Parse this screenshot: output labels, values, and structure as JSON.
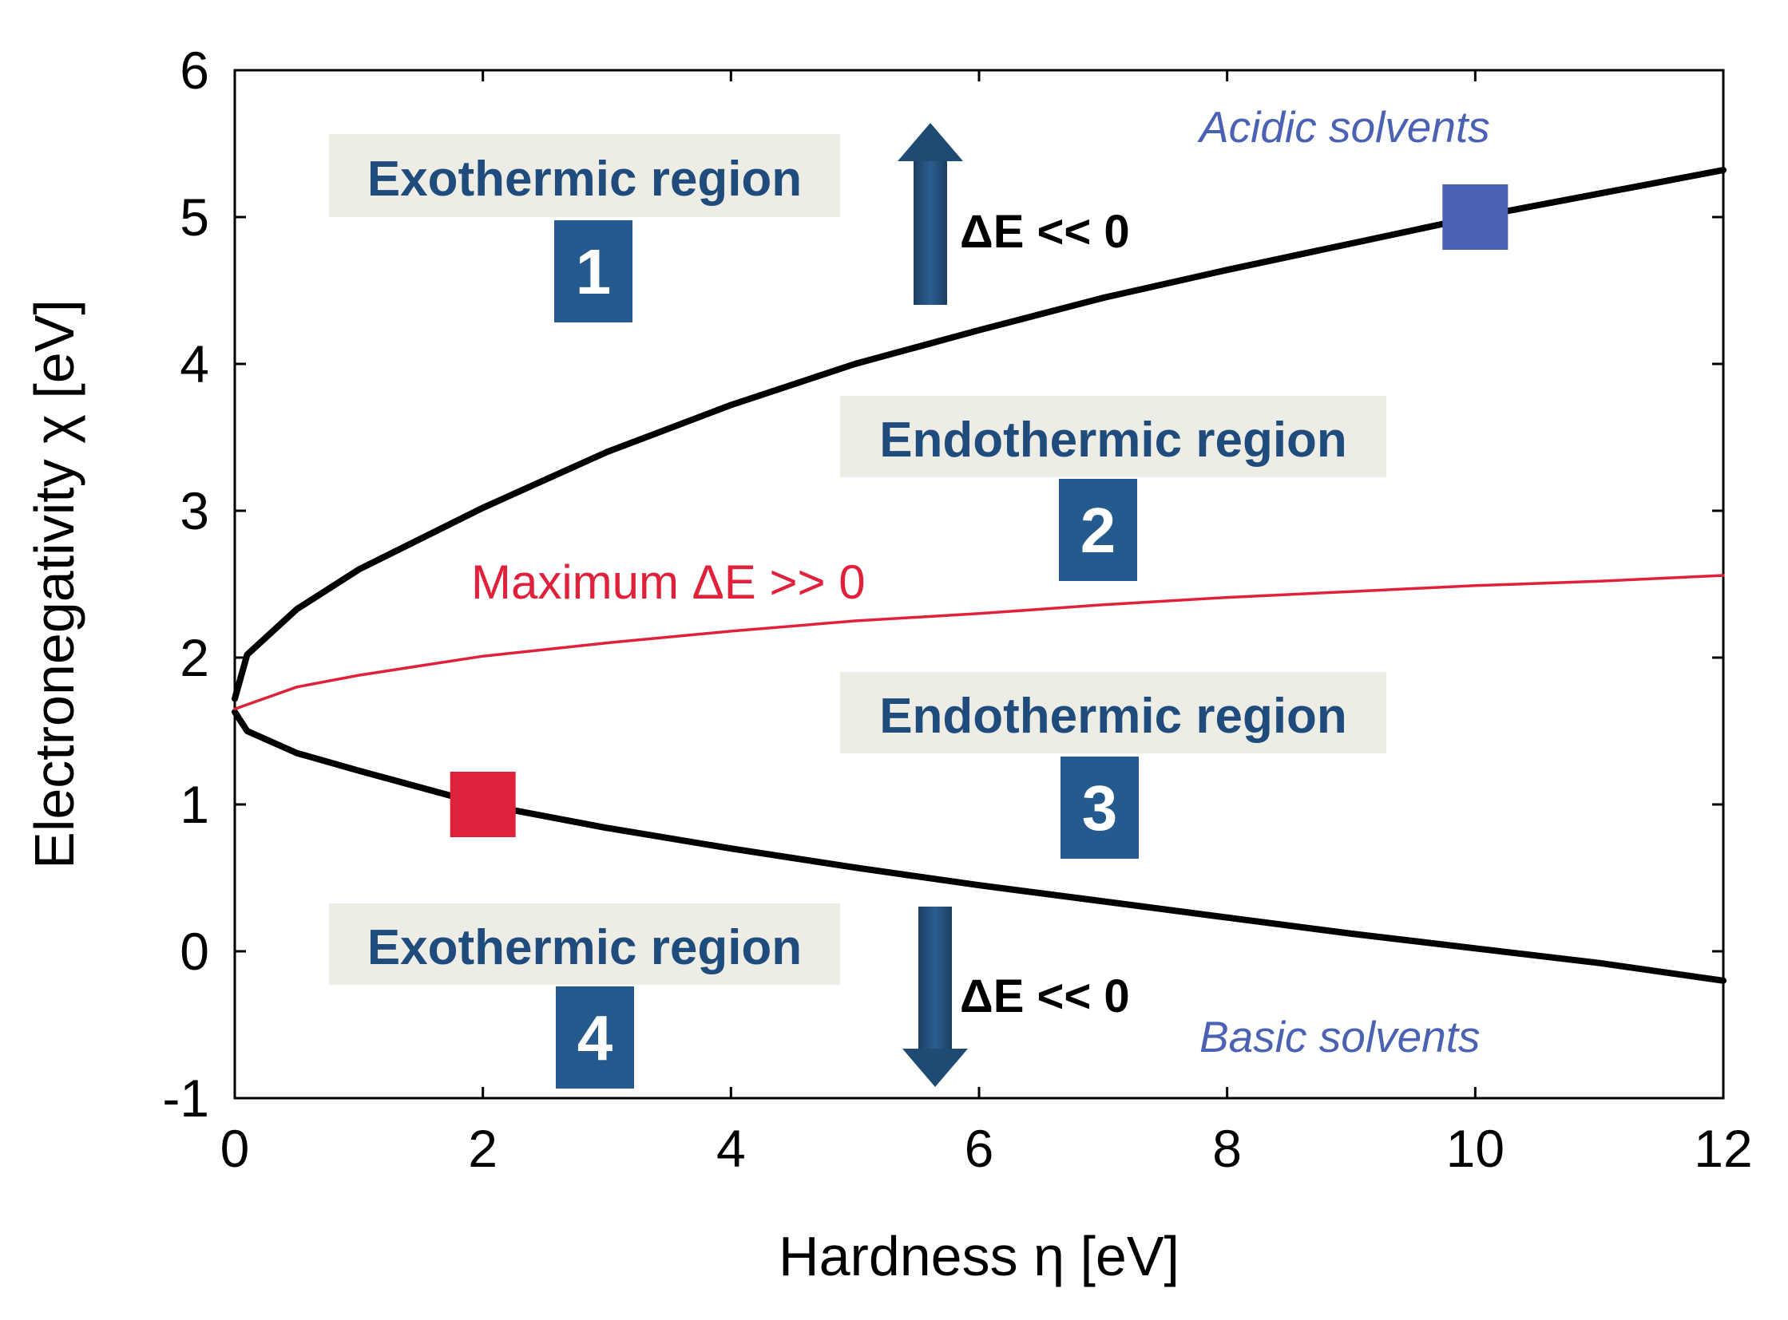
{
  "chart_data": {
    "type": "line",
    "xlabel": "Hardness η [eV]",
    "ylabel": "Electronegativity χ [eV]",
    "xlim": [
      0,
      12
    ],
    "ylim": [
      -1,
      6
    ],
    "x_ticks": [
      "0",
      "2",
      "4",
      "6",
      "8",
      "10",
      "12"
    ],
    "y_ticks": [
      "-1",
      "0",
      "1",
      "2",
      "3",
      "4",
      "5",
      "6"
    ],
    "grid": false,
    "series": [
      {
        "color": "#000000",
        "x": [
          0,
          0.1,
          0.5,
          1,
          2,
          3,
          4,
          5,
          6,
          7,
          8,
          9,
          10,
          11,
          12
        ],
        "y": [
          1.72,
          2.02,
          2.33,
          2.6,
          3.02,
          3.4,
          3.72,
          4.0,
          4.23,
          4.45,
          4.64,
          4.82,
          5.0,
          5.16,
          5.32
        ]
      },
      {
        "color": "#000000",
        "x": [
          0,
          0.1,
          0.5,
          1,
          2,
          3,
          4,
          5,
          6,
          7,
          8,
          9,
          10,
          11,
          12
        ],
        "y": [
          1.63,
          1.5,
          1.35,
          1.23,
          1.0,
          0.84,
          0.7,
          0.57,
          0.45,
          0.34,
          0.23,
          0.12,
          0.02,
          -0.08,
          -0.2
        ]
      },
      {
        "color": "#e0213b",
        "x": [
          0,
          0.5,
          1,
          2,
          3,
          4,
          5,
          6,
          7,
          8,
          9,
          10,
          11,
          12
        ],
        "y": [
          1.65,
          1.8,
          1.88,
          2.01,
          2.1,
          2.18,
          2.25,
          2.3,
          2.36,
          2.41,
          2.45,
          2.49,
          2.52,
          2.56
        ]
      }
    ],
    "markers": [
      {
        "x": 10,
        "y": 5.0,
        "color": "#4b62b4",
        "shape": "square"
      },
      {
        "x": 2,
        "y": 1.0,
        "color": "#e0213b",
        "shape": "square"
      }
    ],
    "annotations": {
      "region1_label": "Exothermic region",
      "region1_num": "1",
      "region2_label": "Endothermic region",
      "region2_num": "2",
      "region3_label": "Endothermic region",
      "region3_num": "3",
      "region4_label": "Exothermic region",
      "region4_num": "4",
      "delta_up": "ΔE << 0",
      "delta_down": "ΔE << 0",
      "max_label": "Maximum ΔE >> 0",
      "acidic": "Acidic solvents",
      "basic": "Basic solvents"
    }
  },
  "colors": {
    "region_box_bg": "#eeede5",
    "num_box_bg": "#245a8e",
    "arrow": "#1f4b72",
    "region_text": "#1f4b7d"
  }
}
